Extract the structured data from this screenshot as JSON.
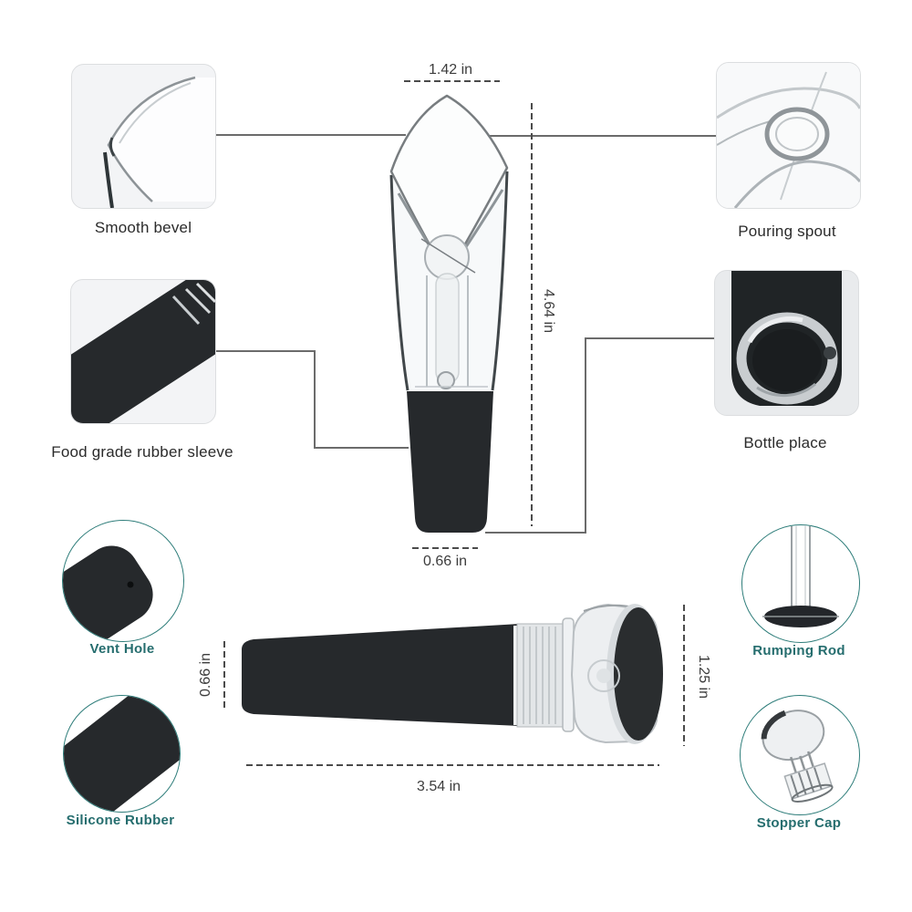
{
  "callouts": {
    "smooth_bevel": {
      "label": "Smooth bevel"
    },
    "pouring_spout": {
      "label": "Pouring spout"
    },
    "rubber_sleeve": {
      "label": "Food grade rubber sleeve"
    },
    "bottle_place": {
      "label": "Bottle place"
    },
    "vent_hole": {
      "label": "Vent Hole"
    },
    "silicone_rubber": {
      "label": "Silicone Rubber"
    },
    "rumping_rod": {
      "label": "Rumping Rod"
    },
    "stopper_cap": {
      "label": "Stopper Cap"
    }
  },
  "dimensions": {
    "aerator_top_width": "1.42 in",
    "aerator_height": "4.64 in",
    "aerator_bottom_width": "0.66 in",
    "stopper_left_height": "0.66 in",
    "stopper_length": "3.54 in",
    "stopper_cap_height": "1.25 in"
  },
  "colors": {
    "teal_label": "#256d6e",
    "teal_ring": "#2e7d7a",
    "rubber_black": "#26292c",
    "box_background": "#f3f4f6",
    "connector_gray": "#6b6b6b",
    "dash_gray": "#4b4b4b",
    "label_dark": "#2b2b2b"
  }
}
